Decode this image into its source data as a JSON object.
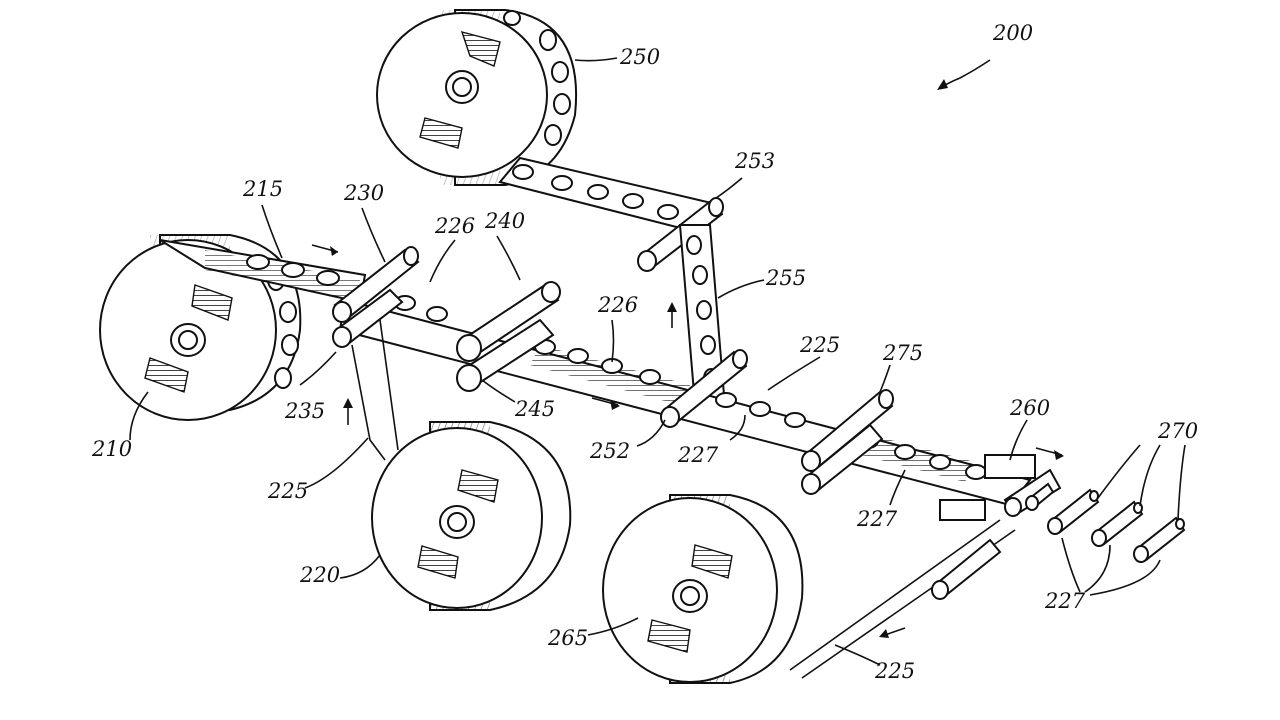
{
  "figure": {
    "reference_labels": {
      "assembly": "200",
      "supply_roll": "210",
      "top_strip": "215",
      "base_roll": "220",
      "base_strip": "225",
      "cut_apertures": "226",
      "capsule": "227",
      "laminating_rollers": "230",
      "lower_roller": "235",
      "cutting_rollers": "240",
      "lower_cutting_roller": "245",
      "waste_roll": "250",
      "roller_a": "252",
      "roller_b": "253",
      "waste_strip": "255",
      "separator": "260",
      "takeup_roll": "265",
      "capsule_output": "270",
      "sealing_rollers": "275"
    }
  },
  "colors": {
    "ink": "#111111",
    "paper": "#ffffff"
  }
}
